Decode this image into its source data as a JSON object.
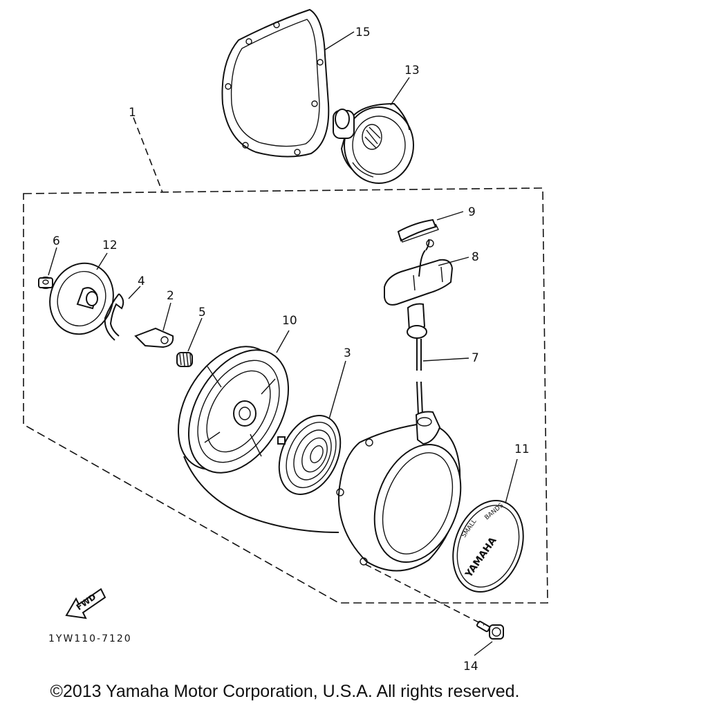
{
  "callouts": {
    "c1": "1",
    "c2": "2",
    "c3": "3",
    "c4": "4",
    "c5": "5",
    "c6": "6",
    "c7": "7",
    "c8": "8",
    "c9": "9",
    "c10": "10",
    "c11": "11",
    "c12": "12",
    "c13": "13",
    "c14": "14",
    "c15": "15"
  },
  "fwd_label": "FWD",
  "emblem": {
    "line1": "SMALL",
    "line2": "BANDS",
    "brand": "YAMAHA"
  },
  "drawing_code": "1YW110-7120",
  "copyright": "©2013 Yamaha Motor Corporation, U.S.A. All rights reserved."
}
